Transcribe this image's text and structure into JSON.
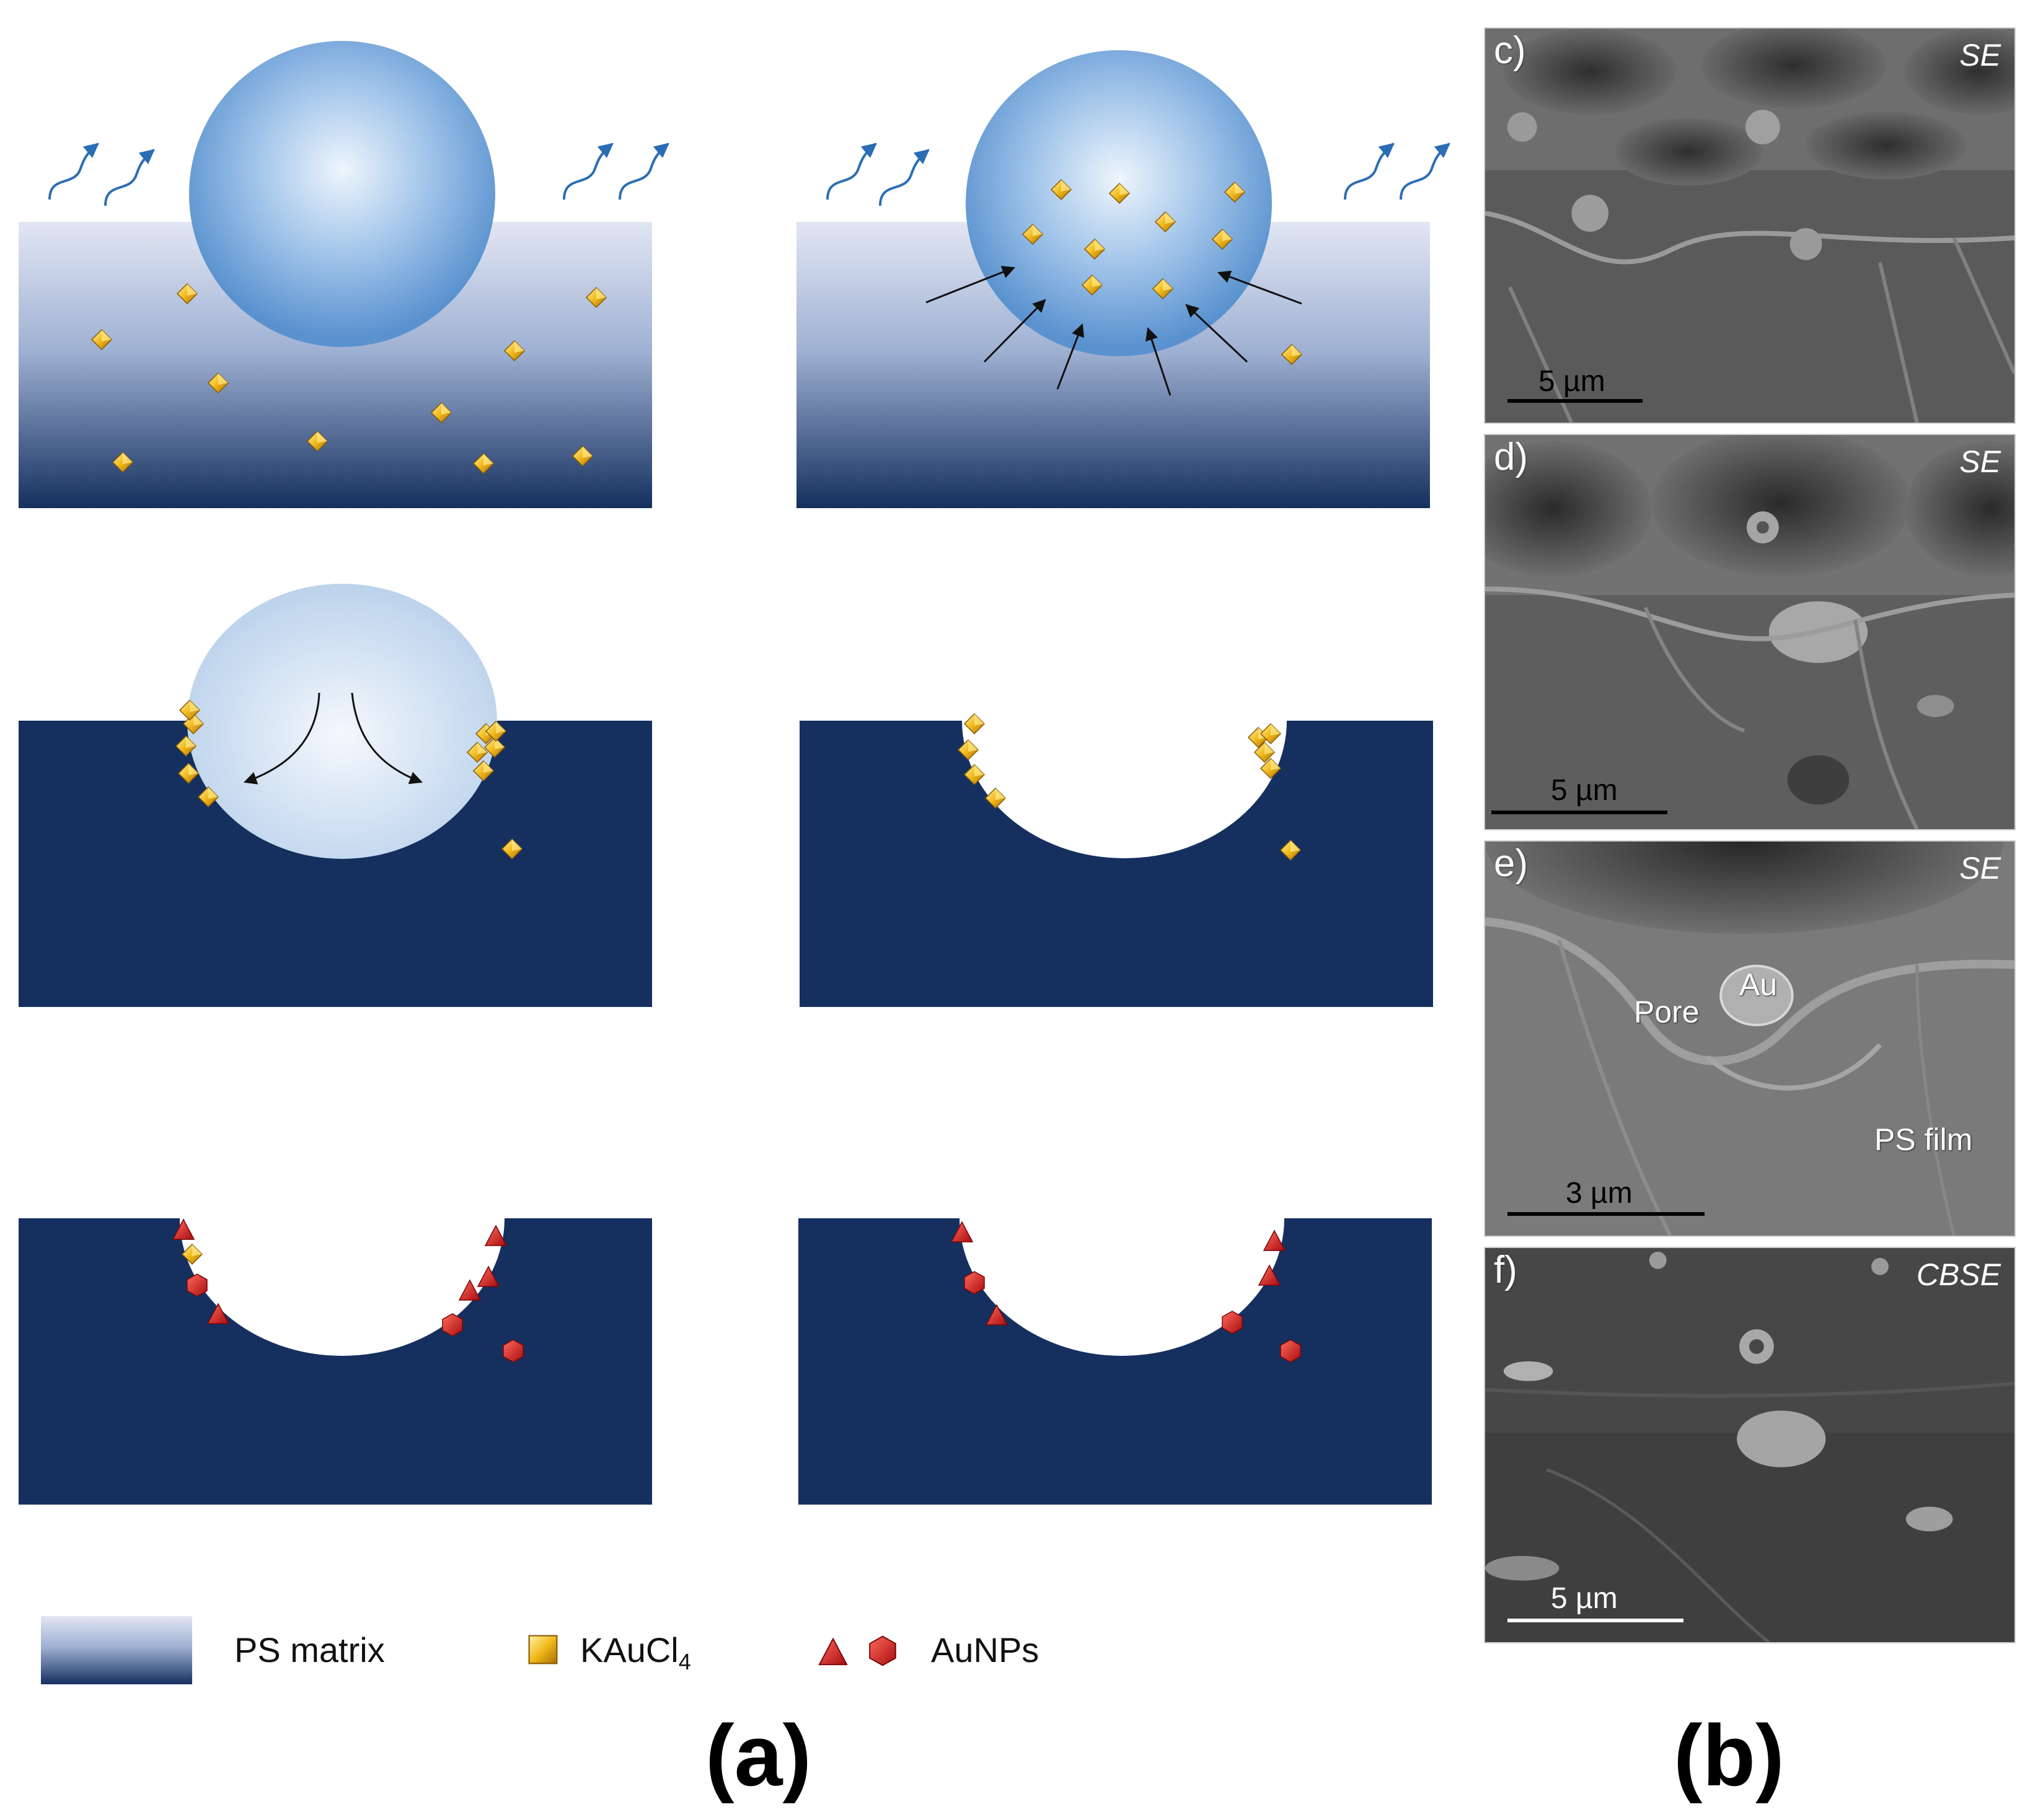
{
  "legend": {
    "matrix": "PS matrix",
    "salt": "KAuCl",
    "salt_subscript": "4",
    "nanoparticles": "AuNPs"
  },
  "panels": {
    "a": "(a)",
    "b": "(b)"
  },
  "sem_images": [
    {
      "letter": "c)",
      "mode": "SE",
      "scale": "5 µm"
    },
    {
      "letter": "d)",
      "mode": "SE",
      "scale": "5 µm"
    },
    {
      "letter": "e)",
      "mode": "SE",
      "scale": "3 µm",
      "tags": [
        "Pore",
        "Au",
        "PS film"
      ]
    },
    {
      "letter": "f)",
      "mode": "CBSE",
      "scale": "5 µm"
    }
  ],
  "colors": {
    "matrix_light": "#dfe4f2",
    "matrix_dark": "#15305f",
    "droplet": "#6b9fd6",
    "salt": "#e8a90c",
    "nanoparticle": "#d6121a",
    "vapor_arrow": "#2a6db5"
  }
}
